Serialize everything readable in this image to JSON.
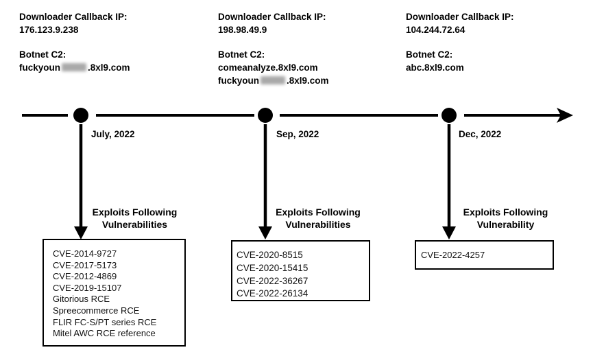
{
  "colors": {
    "ink": "#000000",
    "background": "#ffffff",
    "redaction_blur": "#a9a9a9"
  },
  "events": [
    {
      "date": "July, 2022",
      "ip_label": "Downloader Callback IP:",
      "ip": "176.123.9.238",
      "c2_label": "Botnet C2:",
      "c2_domains": [
        {
          "prefix": "fuckyoun",
          "redacted": true,
          "suffix": ".8xl9.com"
        }
      ],
      "exploits_heading": [
        "Exploits Following",
        "Vulnerabilities"
      ],
      "exploits": [
        "CVE-2014-9727",
        "CVE-2017-5173",
        "CVE-2012-4869",
        "CVE-2019-15107",
        "Gitorious RCE",
        "Spreecommerce RCE",
        "FLIR FC-S/PT series RCE",
        "Mitel AWC RCE reference"
      ]
    },
    {
      "date": "Sep, 2022",
      "ip_label": "Downloader Callback IP:",
      "ip": "198.98.49.9",
      "c2_label": "Botnet C2:",
      "c2_domains": [
        {
          "prefix": "comeanalyze.8xl9.com",
          "redacted": false,
          "suffix": ""
        },
        {
          "prefix": "fuckyoun",
          "redacted": true,
          "suffix": ".8xl9.com"
        }
      ],
      "exploits_heading": [
        "Exploits Following",
        "Vulnerabilities"
      ],
      "exploits": [
        "CVE-2020-8515",
        "CVE-2020-15415",
        "CVE-2022-36267",
        "CVE-2022-26134"
      ]
    },
    {
      "date": "Dec, 2022",
      "ip_label": "Downloader Callback IP:",
      "ip": "104.244.72.64",
      "c2_label": "Botnet C2:",
      "c2_domains": [
        {
          "prefix": "abc.8xl9.com",
          "redacted": false,
          "suffix": ""
        }
      ],
      "exploits_heading": [
        "Exploits Following",
        "Vulnerability"
      ],
      "exploits": [
        "CVE-2022-4257"
      ]
    }
  ]
}
